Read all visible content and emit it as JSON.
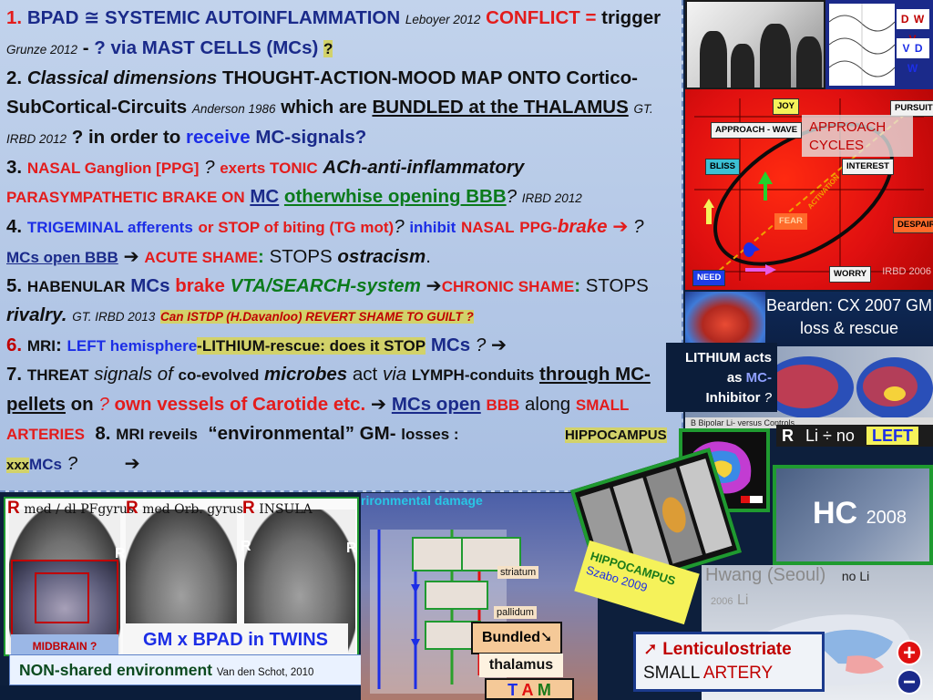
{
  "slide": {
    "points": {
      "p1": {
        "num": "1.",
        "bpad": "BPAD",
        "approx": "≅",
        "systemic": "SYSTEMIC AUTOINFLAMMATION",
        "leboyer": "Leboyer 2012",
        "conflict": "CONFLICT",
        "eq": "=",
        "trigger": "trigger",
        "grunze": "Grunze 2012",
        "dash": "-",
        "via": "? via MAST CELLS (MCs)",
        "q": "?"
      },
      "p2": {
        "num": "2",
        "dot": ".",
        "classical": "Classical dimensions",
        "tam": "THOUGHT-ACTION-MOOD MAP ONTO",
        "cortico": "Cortico-SubCortical-Circuits",
        "anderson": "Anderson 1986",
        "which": "which are",
        "bundled": "BUNDLED at the THALAMUS",
        "gt": "GT.  IRBD 2012",
        "order": "? in order to",
        "receive": "receive",
        "mcsignals": "MC-signals?"
      },
      "p3": {
        "num": "3",
        "dot": ".",
        "nasal": "NASAL Ganglion [PPG]",
        "q1": "?",
        "exerts": "exerts TONIC",
        "ach": "ACh-anti-inflammatory",
        "para": "PARASYMPATHETIC BRAKE ON",
        "mc": "MC",
        "otherwise": "otherwhise opening BBB",
        "q2": "?",
        "irbd": "IRBD 2012"
      },
      "p4": {
        "num": "4",
        "dot": ".",
        "tri": "TRIGEMINAL afferents",
        "or": "or STOP of biting (TG mot)",
        "q1": "?",
        "inhibit": "inhibit",
        "nasal": "NASAL",
        "ppg": "PPG-",
        "brake": "brake",
        "arrow": "➔",
        "q2": "?",
        "mcsopen": "MCs open BBB",
        "arrow2": "➔",
        "acute": "ACUTE SHAME",
        "colon": ":",
        "stops": "STOPS",
        "ostracism": "ostracism",
        "end": "."
      },
      "p5": {
        "num": "5",
        "dot": ".",
        "hab": "HABENULAR",
        "mcs": "MCs",
        "brake": "brake",
        "vta": "VTA/SEARCH-system",
        "arrow": "➔",
        "chronic": "CHRONIC SHAME",
        "colon": ":",
        "stops": "STOPS",
        "rivalry": "rivalry.",
        "gt": "GT. IRBD 2013",
        "istdp": "Can ISTDP (H.Davanloo) REVERT SHAME TO GUILT ?"
      },
      "p6": {
        "num": "6.",
        "mri": "MRI",
        "colon": ":",
        "left": "LEFT hemisphere",
        "lithium": "-LITHIUM-rescue: does it STOP",
        "mcs": "MCs",
        "q": "?",
        "arrow": "➔"
      },
      "p7": {
        "num": "7.",
        "threat": "THREAT",
        "signals": "signals of",
        "coevolved": "co-evolved",
        "microbes": "microbes",
        "act": "act",
        "via": "via",
        "lymph": "LYMPH-conduits",
        "through": "through MC-pellets",
        "on": "on",
        "q": "?",
        "own": "own vessels of Carotide etc.",
        "arrow": "➔",
        "mcsopen": "MCs open",
        "bbb": "BBB",
        "along": "along",
        "small": "SMALL ARTERIES",
        "num8": "8.",
        "mri8": "MRI reveils",
        "env": "“environmental” GM-",
        "losses": "losses :",
        "hippo": "HIPPOCAMPUS xxx",
        "mcs": "MCs",
        "q8": "?",
        "arrow8": "➔"
      }
    }
  },
  "figures": {
    "wave_codes": [
      "D W V",
      "V D W"
    ],
    "map": {
      "joy": "JOY",
      "pursuit": "PURSUIT",
      "approach_wave": "APPROACH - WAVE",
      "approach_cycles": "APPROACH CYCLES",
      "interest": "INTEREST",
      "bliss": "BLISS",
      "fear": "FEAR",
      "despair": "DESPAIR",
      "need": "NEED",
      "worry": "WORRY",
      "activation": "ACTIVATION",
      "irbd": "IRBD 2006"
    },
    "bearden": "Bearden: CX 2007 GM loss & rescue",
    "lithium": {
      "l1": "LITHIUM acts",
      "as": "as",
      "mc": "MC-",
      "l3": "Inhibitor",
      "q": "?"
    },
    "bipolar_caption": "B Bipolar Li- versus Controls",
    "li_compare": {
      "r": "R",
      "text": "Li ÷ no",
      "left": "LEFT"
    },
    "hc": {
      "title": "HC",
      "year": "2008"
    },
    "hwang": {
      "title": "Hwang (Seoul)",
      "noli": "no Li",
      "year": "2006",
      "li": "Li"
    },
    "lenticulo": {
      "arrow": "➚",
      "title": "Lenticulostriate",
      "small": "SMALL",
      "artery": "ARTERY"
    },
    "mri_panels": [
      {
        "r": "R",
        "label": "med / dl PFgyrus"
      },
      {
        "r": "R",
        "label": "med Orb. gyrus"
      },
      {
        "r": "R",
        "label": "INSULA"
      }
    ],
    "r_marks": [
      "R",
      "R",
      "R"
    ],
    "midbrain": "MIDBRAIN ?",
    "twins": "GM x BPAD in TWINS",
    "nonshared": {
      "main": "NON-shared environment",
      "ref": "Van den Schot, 2010"
    },
    "center": {
      "caption": "rironmental damage",
      "striatum": "striatum",
      "pallidum": "pallidum"
    },
    "bundled": "Bundled",
    "bundled_arrow": "➘",
    "thalamus": "thalamus",
    "tam": {
      "t": "T",
      "a": "A",
      "m": "M"
    },
    "hippo_tag": {
      "title": "HIPPOCAMPUS",
      "ref": "Szabo 2009"
    }
  }
}
